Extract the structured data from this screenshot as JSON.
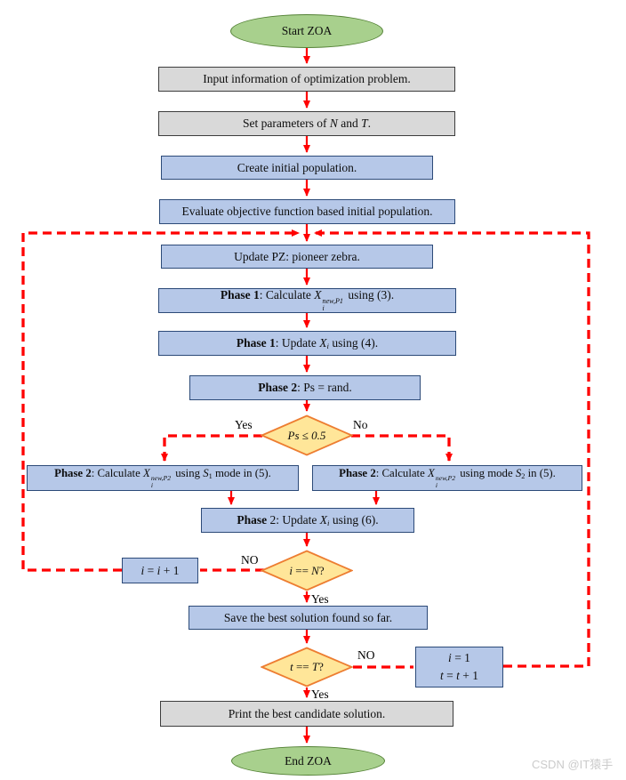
{
  "page": {
    "watermark": "CSDN @IT猿手"
  },
  "colors": {
    "arrow_red": "#ff0000",
    "process_fill": "#b6c8e8",
    "process_border": "#2c4a78",
    "io_fill": "#d9d9d9",
    "io_border": "#3d3d3d",
    "terminal_fill": "#a8d08d",
    "terminal_border": "#538135",
    "decision_fill": "#ffe699",
    "decision_border": "#ed7d31",
    "text": "#0d0d0d"
  },
  "nodes": {
    "start": {
      "shape": "terminator",
      "segments": [
        {
          "t": "Start ZOA"
        }
      ]
    },
    "input_info": {
      "shape": "io",
      "segments": [
        {
          "t": "Input information of optimization problem."
        }
      ]
    },
    "set_params": {
      "shape": "io",
      "segments": [
        {
          "t": "Set parameters of "
        },
        {
          "t": "N",
          "m": true
        },
        {
          "t": " and "
        },
        {
          "t": "T",
          "m": true
        },
        {
          "t": "."
        }
      ]
    },
    "create_pop": {
      "shape": "process",
      "segments": [
        {
          "t": "Create initial population."
        }
      ]
    },
    "evaluate": {
      "shape": "process",
      "segments": [
        {
          "t": "Evaluate objective function based initial population."
        }
      ]
    },
    "update_pz": {
      "shape": "process",
      "segments": [
        {
          "t": "Update PZ: pioneer zebra."
        }
      ]
    },
    "phase1_calc": {
      "shape": "process",
      "segments": [
        {
          "t": "Phase 1",
          "b": true
        },
        {
          "t": ": Calculate "
        },
        {
          "t": "X",
          "m": true
        },
        {
          "stack": {
            "sup": "new,P1",
            "sub": "i"
          }
        },
        {
          "t": " using (3)."
        }
      ]
    },
    "phase1_update": {
      "shape": "process",
      "segments": [
        {
          "t": "Phase 1",
          "b": true
        },
        {
          "t": ": Update "
        },
        {
          "t": "X",
          "m": true
        },
        {
          "t": "i",
          "m": true,
          "sub": true
        },
        {
          "t": " using (4)."
        }
      ]
    },
    "phase2_ps": {
      "shape": "process",
      "segments": [
        {
          "t": "Phase 2",
          "b": true
        },
        {
          "t": ": Ps = rand."
        }
      ]
    },
    "ps_check": {
      "shape": "decision",
      "segments": [
        {
          "t": "Ps ≤ 0.5",
          "m": true
        }
      ]
    },
    "phase2_calc_s1": {
      "shape": "process",
      "segments": [
        {
          "t": "Phase 2",
          "b": true
        },
        {
          "t": ": Calculate "
        },
        {
          "t": "X",
          "m": true
        },
        {
          "stack": {
            "sup": "new,P2",
            "sub": "i"
          }
        },
        {
          "t": " using "
        },
        {
          "t": "S",
          "m": true
        },
        {
          "t": "1",
          "sub": true
        },
        {
          "t": " mode in (5)."
        }
      ]
    },
    "phase2_calc_s2": {
      "shape": "process",
      "segments": [
        {
          "t": "Phase 2",
          "b": true
        },
        {
          "t": ": Calculate "
        },
        {
          "t": "X",
          "m": true
        },
        {
          "stack": {
            "sup": "new,P2",
            "sub": "i"
          }
        },
        {
          "t": " using mode "
        },
        {
          "t": "S",
          "m": true
        },
        {
          "t": "2",
          "sub": true
        },
        {
          "t": "  in (5)."
        }
      ]
    },
    "phase2_update": {
      "shape": "process",
      "segments": [
        {
          "t": "Phase",
          "b": true
        },
        {
          "t": " 2: Update "
        },
        {
          "t": "X",
          "m": true
        },
        {
          "t": "i",
          "m": true,
          "sub": true
        },
        {
          "t": " using (6)."
        }
      ]
    },
    "i_check": {
      "shape": "decision",
      "segments": [
        {
          "t": "i",
          "m": true
        },
        {
          "t": " == "
        },
        {
          "t": "N",
          "m": true
        },
        {
          "t": "?"
        }
      ]
    },
    "i_increment": {
      "shape": "process",
      "segments": [
        {
          "t": "i",
          "m": true
        },
        {
          "t": " = "
        },
        {
          "t": "i",
          "m": true
        },
        {
          "t": " + 1"
        }
      ]
    },
    "save_best": {
      "shape": "process",
      "segments": [
        {
          "t": "Save the best solution found so far."
        }
      ]
    },
    "t_check": {
      "shape": "decision",
      "segments": [
        {
          "t": "t",
          "m": true
        },
        {
          "t": " == "
        },
        {
          "t": "T",
          "m": true
        },
        {
          "t": "?"
        }
      ]
    },
    "reset_counters": {
      "shape": "process",
      "line1": [
        {
          "t": "i",
          "m": true
        },
        {
          "t": " = 1"
        }
      ],
      "line2": [
        {
          "t": "t",
          "m": true
        },
        {
          "t": " = "
        },
        {
          "t": "t",
          "m": true
        },
        {
          "t": " + 1"
        }
      ]
    },
    "print_best": {
      "shape": "io",
      "segments": [
        {
          "t": "Print the best candidate solution."
        }
      ]
    },
    "end": {
      "shape": "terminator",
      "segments": [
        {
          "t": "End ZOA"
        }
      ]
    }
  },
  "edge_labels": {
    "ps_yes": "Yes",
    "ps_no": "No",
    "i_no": "NO",
    "i_yes": "Yes",
    "t_no": "NO",
    "t_yes": "Yes"
  }
}
